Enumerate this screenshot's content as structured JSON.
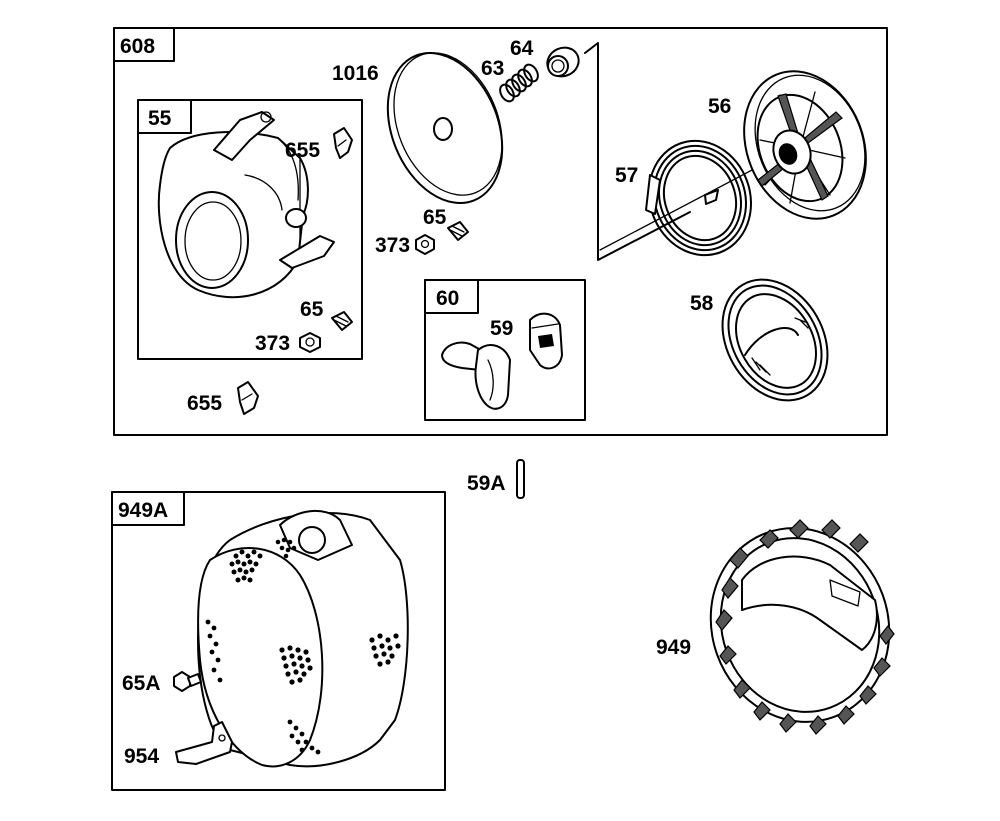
{
  "groups": {
    "g608": "608",
    "g55": "55",
    "g60": "60",
    "g949a": "949A"
  },
  "parts": {
    "p1016": "1016",
    "p63": "63",
    "p64": "64",
    "p56": "56",
    "p57": "57",
    "p58": "58",
    "p655_upper": "655",
    "p655_lower": "655",
    "p65_upper": "65",
    "p373_upper": "373",
    "p65_lower": "65",
    "p373_lower": "373",
    "p59": "59",
    "p59a": "59A",
    "p949": "949",
    "p65a": "65A",
    "p954": "954"
  }
}
